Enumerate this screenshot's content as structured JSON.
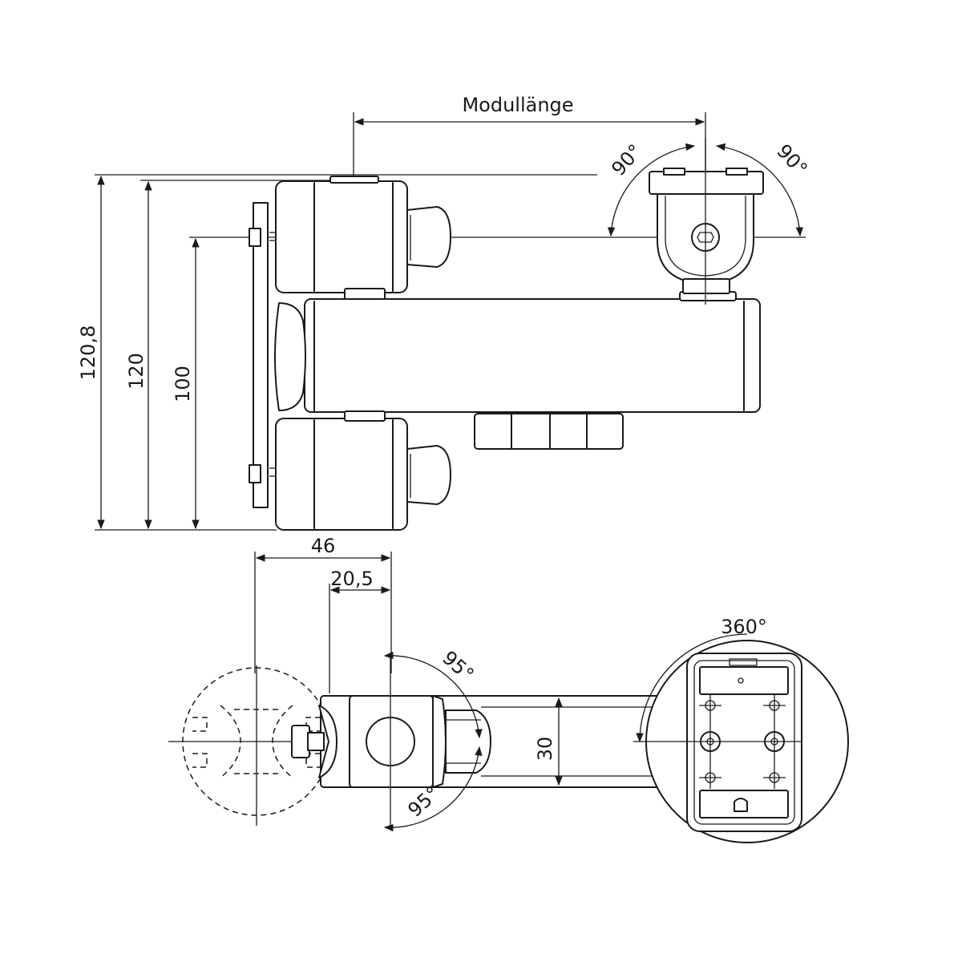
{
  "dimensions": {
    "module_length": "Modullänge",
    "height_overall": "120,8",
    "height_body": "120",
    "height_axis": "100",
    "width_clamp": "46",
    "offset_axis": "20,5",
    "arm_thickness": "30"
  },
  "angles": {
    "tilt_left": "90°",
    "tilt_right": "90°",
    "swivel_top": "95°",
    "swivel_bottom": "95°",
    "rotation": "360°"
  }
}
